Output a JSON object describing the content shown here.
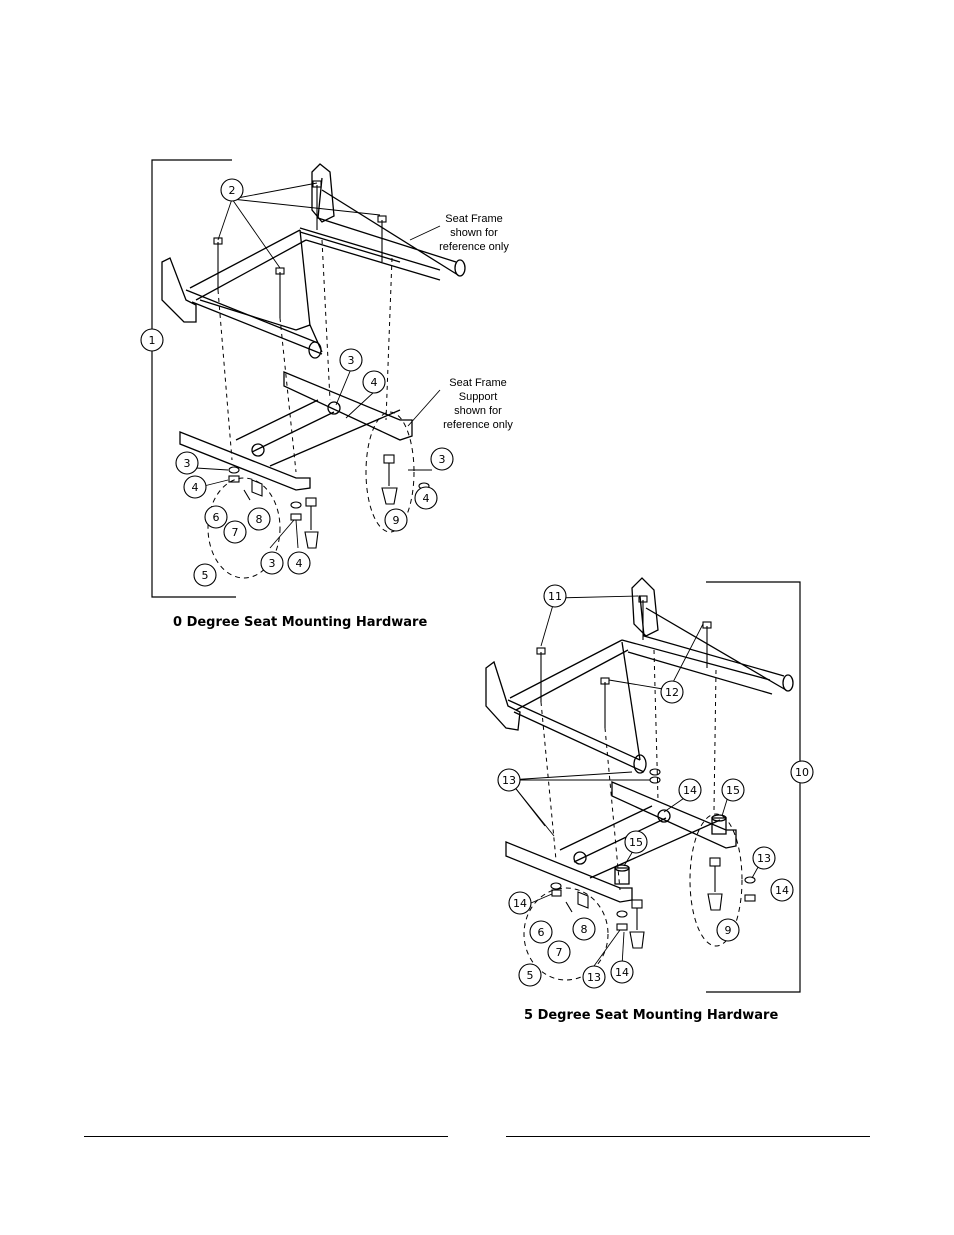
{
  "figure_0": {
    "caption": "0 Degree Seat Mounting Hardware",
    "notes": {
      "seat_frame": [
        "Seat Frame",
        "shown for",
        "reference only"
      ],
      "seat_frame_support": [
        "Seat Frame",
        "Support",
        "shown for",
        "reference only"
      ]
    },
    "callouts": [
      "1",
      "2",
      "3",
      "4",
      "3",
      "4",
      "6",
      "7",
      "8",
      "5",
      "3",
      "4",
      "9",
      "3",
      "4"
    ]
  },
  "figure_5": {
    "caption": "5 Degree Seat Mounting Hardware",
    "callouts": [
      "11",
      "12",
      "10",
      "13",
      "14",
      "15",
      "15",
      "13",
      "14",
      "14",
      "6",
      "7",
      "8",
      "5",
      "13",
      "14",
      "9"
    ]
  }
}
